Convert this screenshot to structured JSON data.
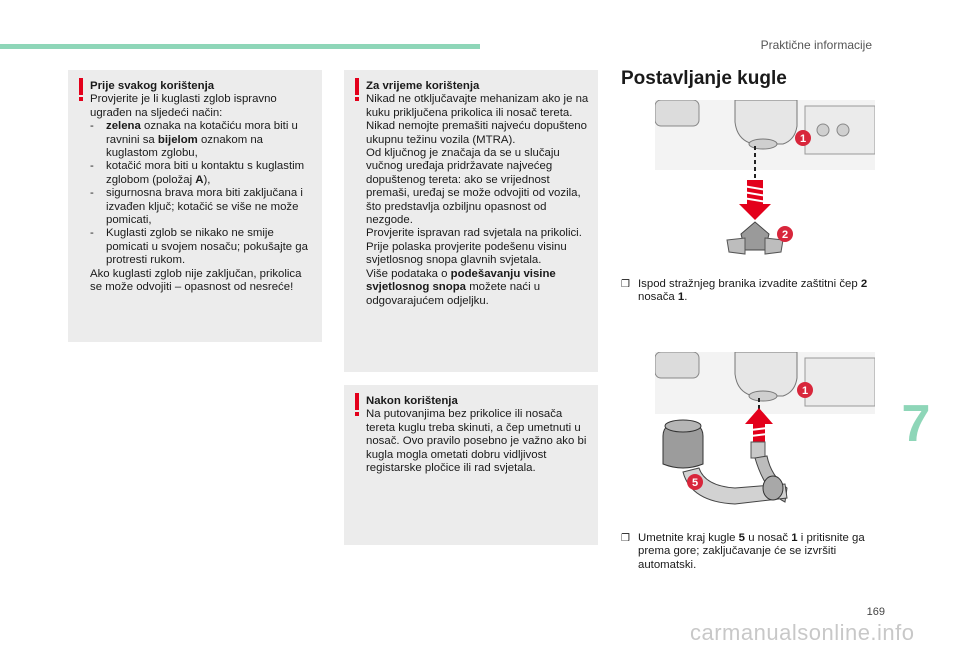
{
  "header": {
    "section": "Praktične informacije"
  },
  "chapter": "7",
  "page_number": "169",
  "watermark": "carmanualsonline.info",
  "boxes": {
    "before_use": {
      "title": "Prije svakog korištenja",
      "intro": "Provjerite je li kuglasti zglob ispravno ugrađen na sljedeći način:",
      "item1_bold": "zelena",
      "item1_mid": "oznaka na kotačiću mora biti u ravnini sa",
      "item1_bold2": "bijelom",
      "item1_end": "oznakom na kuglastom zglobu,",
      "item2_pre": "kotačić mora biti u kontaktu s kuglastim zglobom (položaj",
      "item2_bold": "A",
      "item2_end": "),",
      "item3": "sigurnosna brava mora biti zaključana i izvađen ključ; kotačić se više ne može pomicati,",
      "item4": "Kuglasti zglob se nikako ne smije pomicati u svojem nosaču; pokušajte ga protresti rukom.",
      "outro": "Ako kuglasti zglob nije zaključan, prikolica se može odvojiti – opasnost od nesreće!"
    },
    "during_use": {
      "title": "Za vrijeme korištenja",
      "p1": "Nikad ne otključavajte mehanizam ako je na kuku priključena prikolica ili nosač tereta.",
      "p2": "Nikad nemojte premašiti najveću dopušteno ukupnu težinu vozila (MTRA).",
      "p3": "Od ključnog je značaja da se u slučaju vučnog uređaja pridržavate najvećeg dopuštenog tereta: ako se vrijednost premaši, uređaj se može odvojiti od vozila, što predstavlja ozbiljnu opasnost od nezgode.",
      "p4": "Provjerite ispravan rad svjetala na prikolici.",
      "p5": "Prije polaska provjerite podešenu visinu svjetlosnog snopa glavnih svjetala.",
      "p6_pre": "Više podataka o",
      "p6_bold": "podešavanju visine svjetlosnog snopa",
      "p6_end": "možete naći u odgovarajućem odjeljku."
    },
    "after_use": {
      "title": "Nakon korištenja",
      "p1": "Na putovanjima bez prikolice ili nosača tereta kuglu treba skinuti, a čep umetnuti u nosač. Ovo pravilo posebno je važno ako bi kugla mogla ometati dobru vidljivost registarske pločice ili rad svjetala."
    }
  },
  "section_title": "Postavljanje kugle",
  "figure1": {
    "label1": "1",
    "label2": "2"
  },
  "figure2": {
    "label1": "1",
    "label5": "5"
  },
  "step1": {
    "pre": "Ispod stražnjeg branika izvadite zaštitni čep",
    "bold1": "2",
    "mid": "nosača",
    "bold2": "1",
    "end": "."
  },
  "step2": {
    "pre": "Umetnite kraj kugle",
    "bold1": "5",
    "mid": "u nosač",
    "bold2": "1",
    "end": "i pritisnite ga prema gore; zaključavanje će se izvršiti automatski."
  },
  "colors": {
    "accent": "#8ed6b8",
    "warning": "#e3001b",
    "box_bg": "#ececec",
    "badge": "#d8263b"
  }
}
